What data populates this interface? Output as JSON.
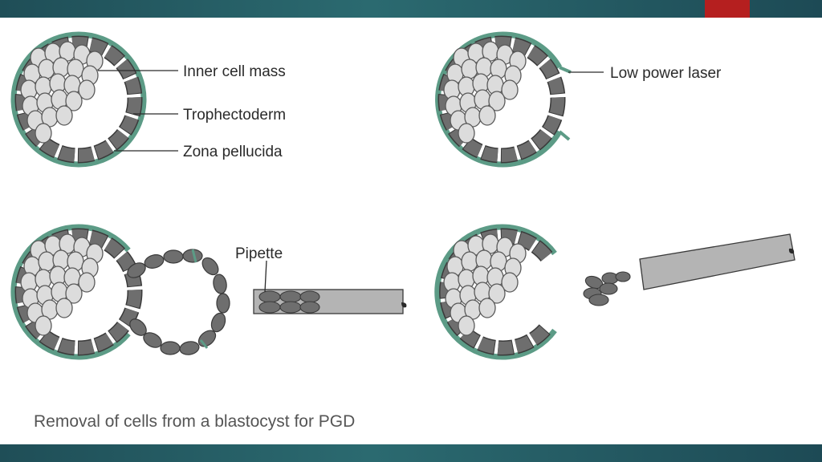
{
  "slide": {
    "caption": "Removal of cells from a blastocyst for PGD"
  },
  "labels": {
    "inner_cell_mass": "Inner cell mass",
    "trophectoderm": "Trophectoderm",
    "zona_pellucida": "Zona pellucida",
    "low_power_laser": "Low power laser",
    "pipette": "Pipette"
  },
  "colors": {
    "header_bar": "#235a62",
    "header_accent": "#b51f1f",
    "zona": "#5c9b86",
    "trophectoderm_cell": "#6e6e6e",
    "inner_cell": "#dcdcdc",
    "pipette": "#b4b4b4"
  }
}
